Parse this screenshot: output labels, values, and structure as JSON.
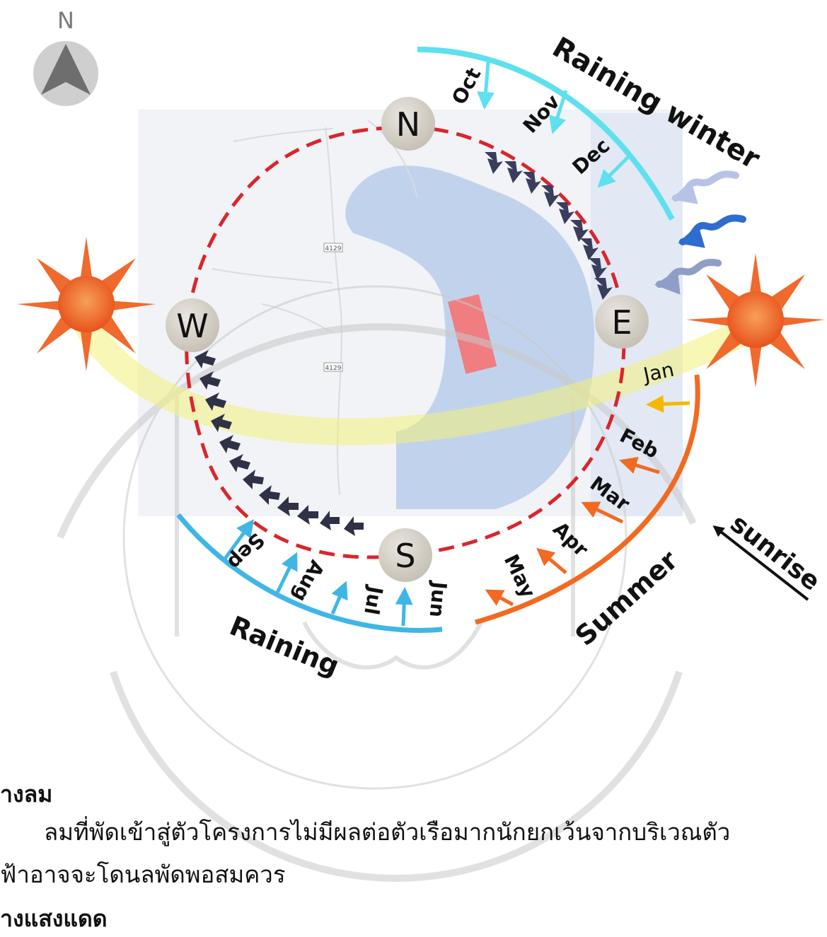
{
  "compass": {
    "north_label": "N"
  },
  "ring": {
    "north": "N",
    "east": "E",
    "south": "S",
    "west": "W"
  },
  "map": {
    "road_number": "4129"
  },
  "seasons": {
    "raining_winter": "Raining winter",
    "raining": "Raining",
    "summer": "Summer",
    "sunrise": "sunrise"
  },
  "months": {
    "oct": "Oct",
    "nov": "Nov",
    "dec": "Dec",
    "jan": "Jan",
    "feb": "Feb",
    "mar": "Mar",
    "apr": "Apr",
    "may": "May",
    "jun": "Jun",
    "jul": "Jul",
    "aug": "Aug",
    "sep": "Sep"
  },
  "text": {
    "heading_wind": "างลม",
    "para_1": "ลมที่พัดเข้าสู่ตัวโครงการไม่มีผลต่อตัวเรือมากนักยกเว้นจากบริเวณตัว",
    "para_2": "ฟ้าอาจจะโดนลพัดพอสมควร",
    "heading_sun": "างแสงแดด"
  },
  "colors": {
    "winter_arc": "#5ee0ee",
    "rain_arc": "#3fb6e6",
    "summer_arc": "#f26a21",
    "ring_dash": "#d9262b",
    "sun": "#ef6a2c",
    "wind_arrow": "#3b3d5c",
    "lake": "#b9cdea",
    "building": "#f07d80",
    "sun_path": "#f3f07a"
  }
}
